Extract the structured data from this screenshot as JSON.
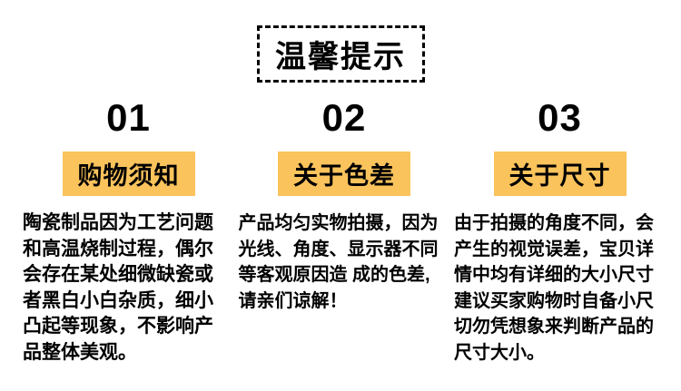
{
  "page": {
    "background_color": "#ffffff",
    "accent_color": "#fac35c",
    "text_color": "#000000"
  },
  "header": {
    "title": "温馨提示"
  },
  "columns": [
    {
      "number": "01",
      "badge": "购物须知",
      "body_lines": [
        "陶瓷制品因为工艺问题",
        "和高温烧制过程，偶尔",
        "会存在某处细微缺瓷或",
        "者黑白小白杂质，细小",
        "凸起等现象，不影响产",
        "品整体美观。"
      ]
    },
    {
      "number": "02",
      "badge": "关于色差",
      "body_lines": [
        "产品均匀实物拍摄，因为",
        "光线、角度、显示器不同",
        "等客观原因造 成的色差,",
        "请亲们谅解！"
      ]
    },
    {
      "number": "03",
      "badge": "关于尺寸",
      "body_lines": [
        "由于拍摄的角度不同，会",
        "产生的视觉误差，宝贝详",
        "情中均有详细的大小尺寸",
        "建议买家购物时自备小尺",
        "切勿凭想象来判断产品的",
        "尺寸大小。"
      ]
    }
  ]
}
